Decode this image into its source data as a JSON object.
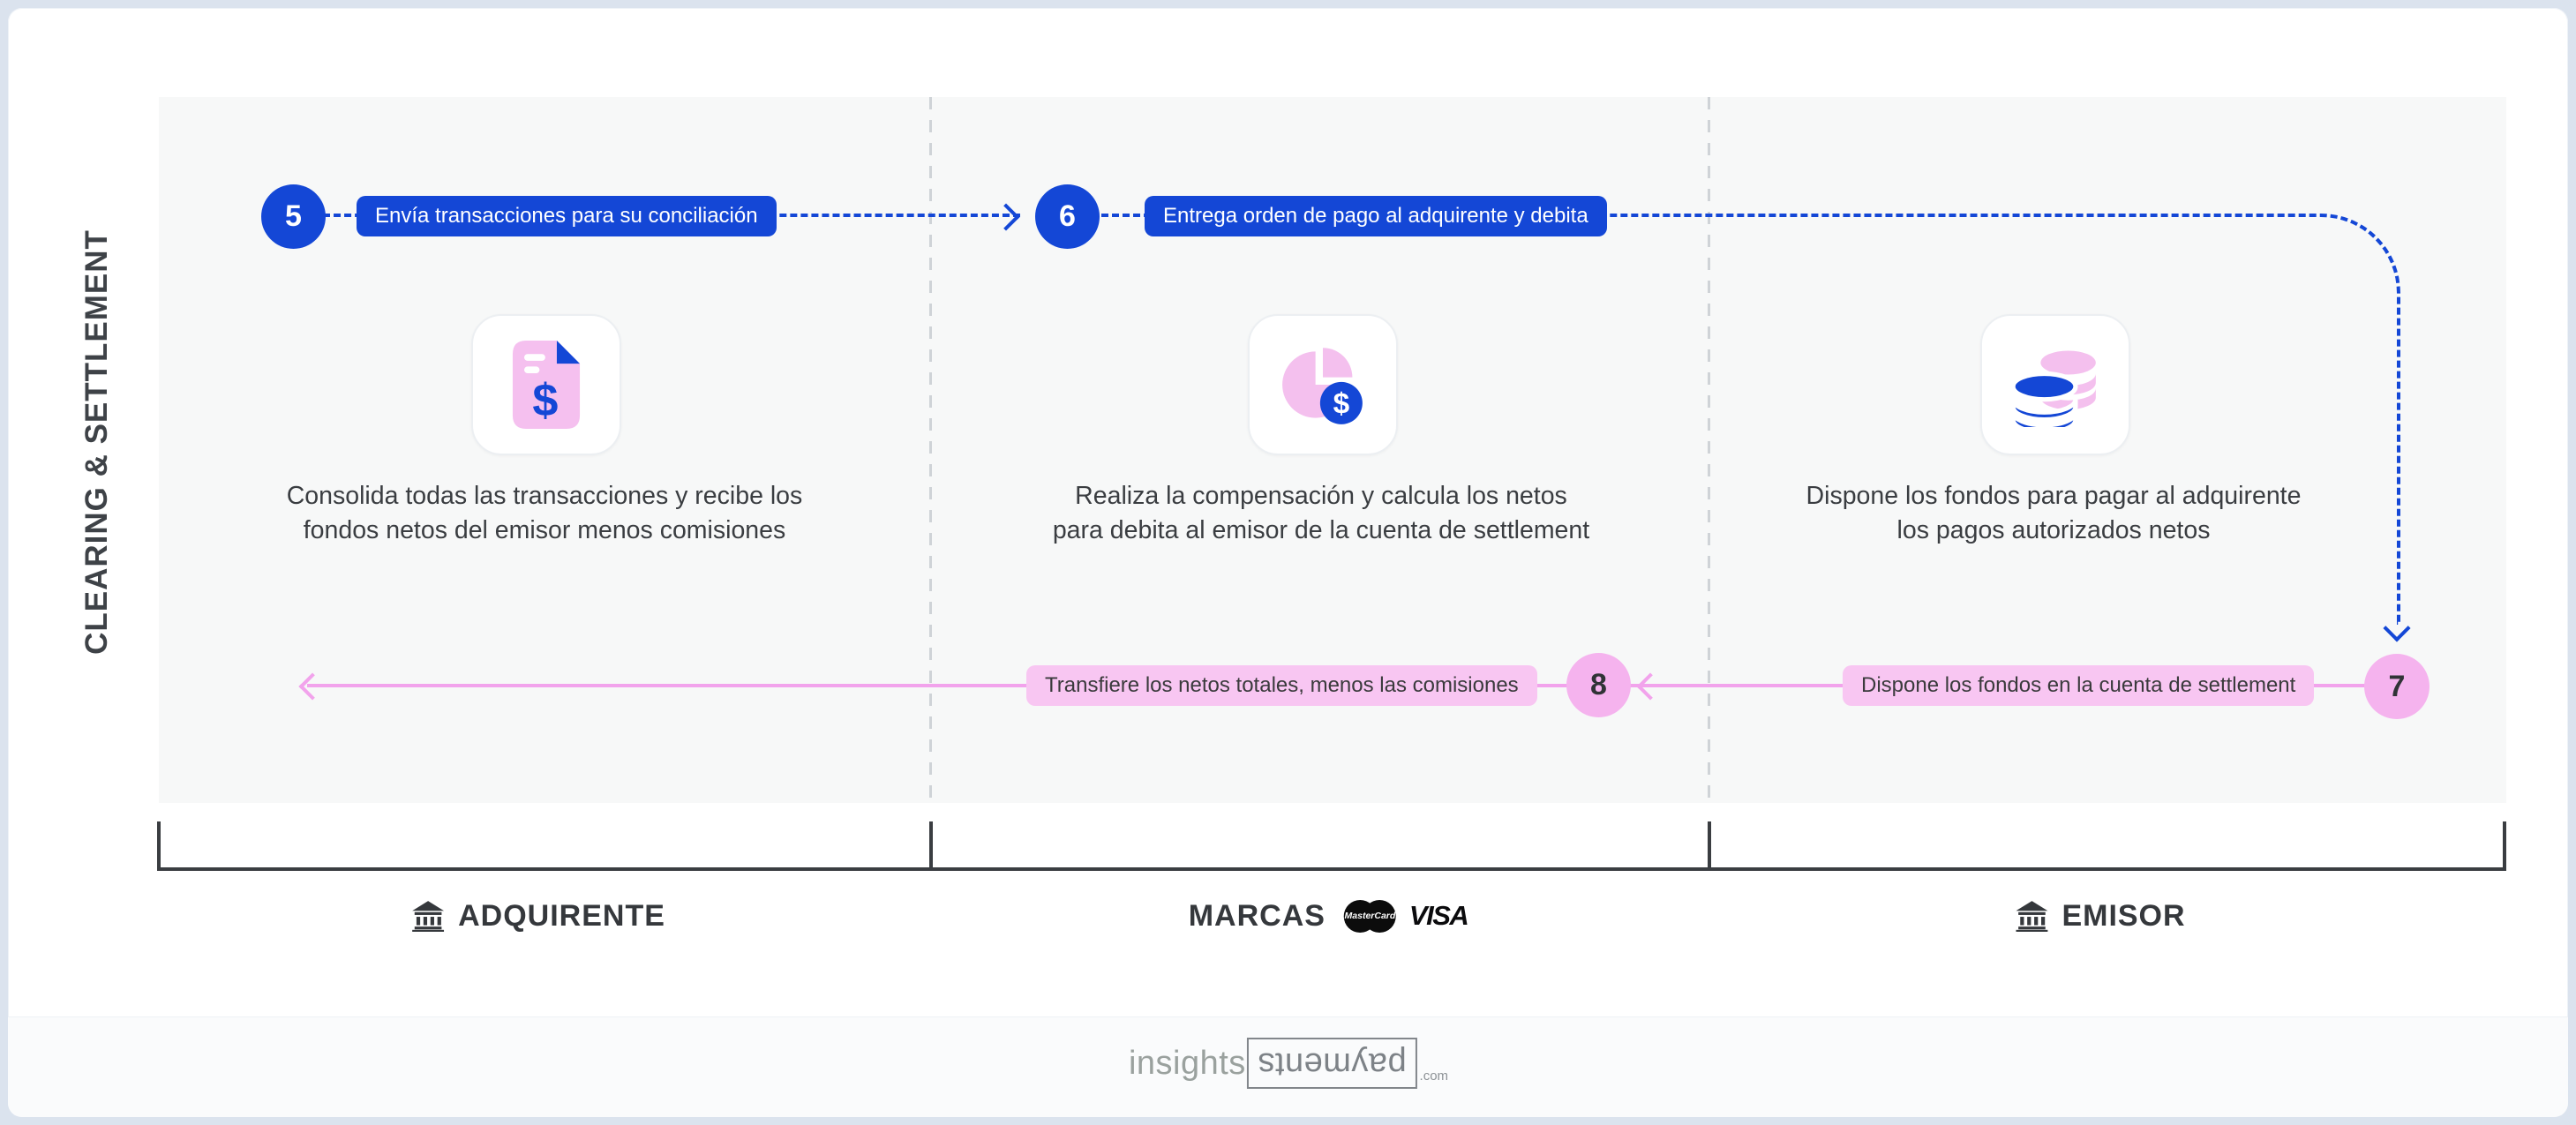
{
  "title": {
    "vertical": "CLEARING & SETTLEMENT"
  },
  "top_flow": {
    "step5": {
      "number": "5",
      "label": "Envía transacciones para su conciliación"
    },
    "step6": {
      "number": "6",
      "label": "Entrega orden de pago al adquirente y debita"
    }
  },
  "bottom_flow": {
    "step7": {
      "number": "7",
      "label": "Dispone los fondos en la cuenta de settlement"
    },
    "step8": {
      "number": "8",
      "label": "Transfiere los netos totales, menos las comisiones"
    }
  },
  "columns": {
    "acquirer": {
      "icon": "invoice-document-icon",
      "description": "Consolida todas las transacciones y recibe los\nfondos netos del emisor menos comisiones",
      "section_label": "ADQUIRENTE"
    },
    "brands": {
      "icon": "pie-chart-dollar-icon",
      "description": "Realiza la compensación y calcula los netos\npara debita al emisor de la cuenta de settlement",
      "section_label": "MARCAS"
    },
    "issuer": {
      "icon": "coin-stack-icon",
      "description": "Dispone los fondos para pagar al adquirente\nlos pagos autorizados netos",
      "section_label": "EMISOR"
    }
  },
  "icon_glyphs": {
    "dollar": "$"
  },
  "brand_logos": {
    "mastercard": "MasterCard",
    "visa": "VISA"
  },
  "footer_logo": {
    "insights": "insights",
    "payments": "payments",
    "domain": ".com"
  },
  "colors": {
    "blue": "#1447d6",
    "pink_circle": "#f5b3ee",
    "pink_pill": "#f8c6f2",
    "pink_line": "#f2a3ec",
    "dark_text": "#3a3d41"
  }
}
